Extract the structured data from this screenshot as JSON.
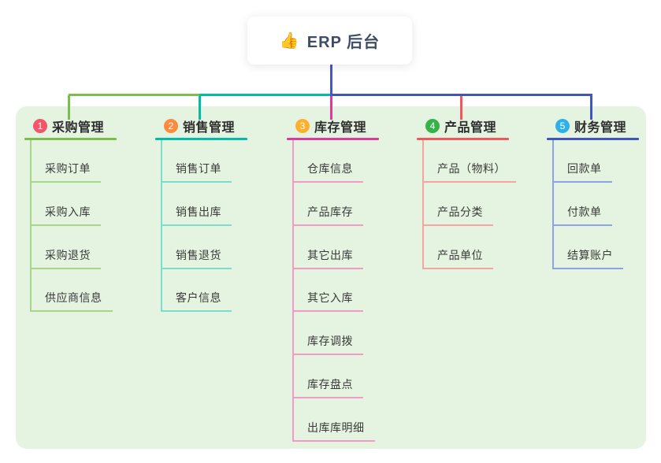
{
  "root": {
    "icon": "👍",
    "label": "ERP 后台",
    "stem_color": "#4757C5"
  },
  "panel": {
    "bg_color": "#E5F4E1"
  },
  "branches": [
    {
      "num": "1",
      "title": "采购管理",
      "badge_color": "#F2566B",
      "line_color": "#7CBE4B",
      "child_line_color": "#A9D589",
      "children": [
        "采购订单",
        "采购入库",
        "采购退货",
        "供应商信息"
      ]
    },
    {
      "num": "2",
      "title": "销售管理",
      "badge_color": "#FB8B3D",
      "line_color": "#00BDA8",
      "child_line_color": "#7DDCCD",
      "children": [
        "销售订单",
        "销售出库",
        "销售退货",
        "客户信息"
      ]
    },
    {
      "num": "3",
      "title": "库存管理",
      "badge_color": "#FFAF2E",
      "line_color": "#E03B99",
      "child_line_color": "#F09BC8",
      "children": [
        "仓库信息",
        "产品库存",
        "其它出库",
        "其它入库",
        "库存调拨",
        "库存盘点",
        "出库库明细"
      ]
    },
    {
      "num": "4",
      "title": "产品管理",
      "badge_color": "#35B34A",
      "line_color": "#F2575C",
      "child_line_color": "#F5A3A3",
      "children": [
        "产品（物料）",
        "产品分类",
        "产品单位"
      ]
    },
    {
      "num": "5",
      "title": "财务管理",
      "badge_color": "#2EB0E9",
      "line_color": "#3F56C0",
      "child_line_color": "#8FA2E6",
      "children": [
        "回款单",
        "付款单",
        "结算账户"
      ]
    }
  ]
}
